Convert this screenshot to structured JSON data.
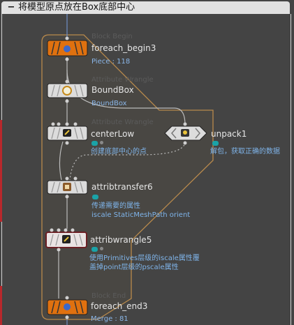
{
  "network": {
    "title": "将模型原点放在Box底部中心",
    "collapse_glyph": "−"
  },
  "nodes": {
    "foreach_begin": {
      "name": "foreach_begin3",
      "info": "Piece : 118",
      "ghost": "Block Begin"
    },
    "boundbox": {
      "name": "BoundBox",
      "info": "BoundBox",
      "ghost": "Attribute Wrangle"
    },
    "centerlow": {
      "name": "centerLow",
      "comment": "创建底部中心的点",
      "ghost": "Attribute Wrangle"
    },
    "unpack": {
      "name": "unpack1",
      "comment": "解包，获取正确的数据"
    },
    "attribtransfer": {
      "name": "attribtransfer6",
      "comment_line1": "传递需要的属性",
      "comment_line2": "iscale StaticMeshPath orient"
    },
    "attribwrangle": {
      "name": "attribwrangle5",
      "comment_line1": "使用Primitives层级的iscale属性覆",
      "comment_line2": "盖掉point层级的pscale属性"
    },
    "foreach_end": {
      "name": "foreach_end3",
      "info": "Merge : 81",
      "ghost": "Block End"
    }
  },
  "colors": {
    "orange": "#e0710f",
    "loop_outline": "#b98a4c",
    "comment_blue": "#7fb4ea",
    "info_blue": "#8ab6e8",
    "teal_flag": "#1aa3a8"
  }
}
